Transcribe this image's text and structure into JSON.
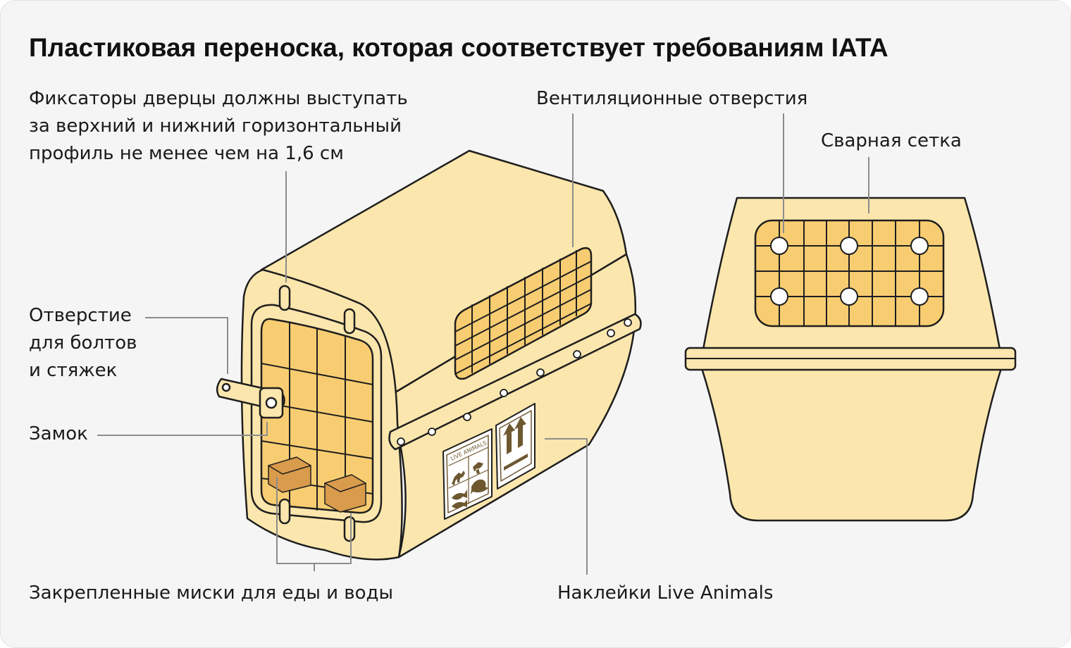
{
  "title": "Пластиковая переноска, которая соответствует требованиям IATA",
  "labels": {
    "latches": "Фиксаторы дверцы должны выступать\nза верхний и нижний горизонтальный\nпрофиль не менее чем на 1,6 см",
    "bolt_holes": "Отверстие\nдля болтов\nи стяжек",
    "lock": "Замок",
    "bowls": "Закрепленные миски для еды и воды",
    "ventilation": "Вентиляционные отверстия",
    "mesh": "Сварная сетка",
    "stickers": "Наклейки Live Animals"
  },
  "sticker_text": "LIVE ANIMALS",
  "colors": {
    "background": "#f5f5f5",
    "body": "#fbe6ad",
    "mesh_fill": "#f8cd72",
    "bowl": "#d99b4c",
    "sticker_ink": "#6e5830",
    "outline": "#1e1e1e",
    "leader": "#8c8c8c"
  },
  "icons": [
    "dog-icon",
    "bird-icon",
    "fish-icon",
    "turtle-icon",
    "this-way-up-arrows-icon"
  ]
}
